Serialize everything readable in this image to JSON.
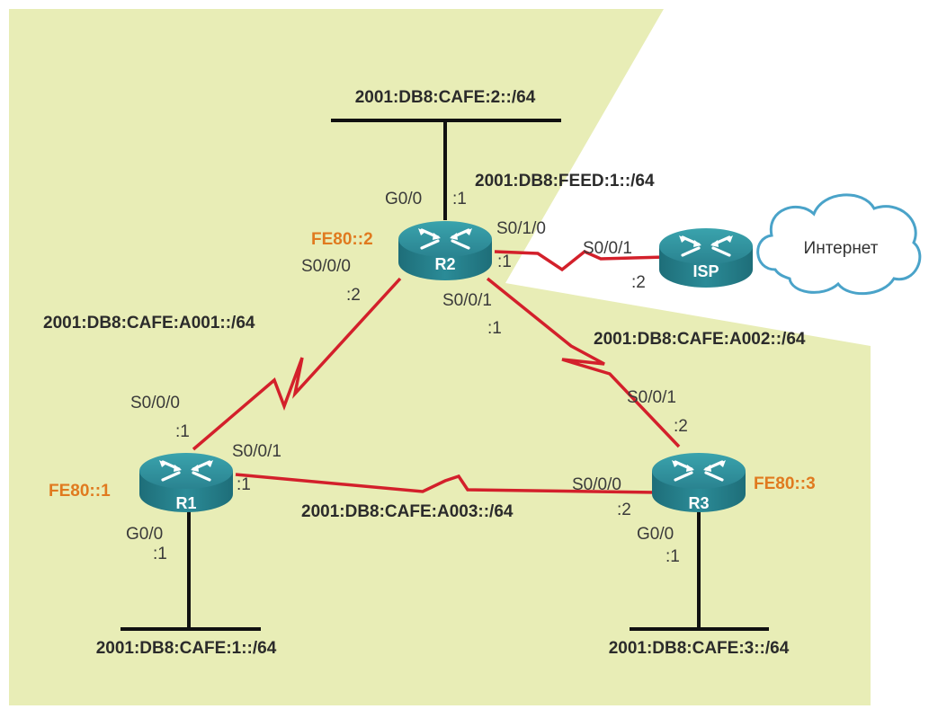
{
  "colors": {
    "background_zone": "#e8edb6",
    "serial_link": "#d3202b",
    "ethernet_link": "#111111",
    "router_body": "#2f8c98",
    "link_local": "#e07a1f",
    "cloud_stroke": "#4aa3c9"
  },
  "networks": {
    "r2_lan": "2001:DB8:CAFE:2::/64",
    "isp_link": "2001:DB8:FEED:1::/64",
    "r1_r2": "2001:DB8:CAFE:A001::/64",
    "r2_r3": "2001:DB8:CAFE:A002::/64",
    "r1_r3": "2001:DB8:CAFE:A003::/64",
    "r1_lan": "2001:DB8:CAFE:1::/64",
    "r3_lan": "2001:DB8:CAFE:3::/64"
  },
  "routers": {
    "r1": {
      "name": "R1",
      "link_local": "FE80::1"
    },
    "r2": {
      "name": "R2",
      "link_local": "FE80::2"
    },
    "r3": {
      "name": "R3",
      "link_local": "FE80::3"
    },
    "isp": {
      "name": "ISP"
    }
  },
  "cloud": {
    "label": "Интернет"
  },
  "interfaces": {
    "r2_g0_0": "G0/0",
    "r2_g0_0_host": ":1",
    "r2_s0_1_0": "S0/1/0",
    "r2_s0_1_0_host": ":1",
    "isp_s0_0_1": "S0/0/1",
    "isp_s0_0_1_host": ":2",
    "r2_s0_0_0": "S0/0/0",
    "r2_s0_0_0_host": ":2",
    "r2_s0_0_1": "S0/0/1",
    "r2_s0_0_1_host": ":1",
    "r1_s0_0_0": "S0/0/0",
    "r1_s0_0_0_host": ":1",
    "r1_s0_0_1": "S0/0/1",
    "r1_s0_0_1_host": ":1",
    "r1_g0_0": "G0/0",
    "r1_g0_0_host": ":1",
    "r3_s0_0_1": "S0/0/1",
    "r3_s0_0_1_host": ":2",
    "r3_s0_0_0": "S0/0/0",
    "r3_s0_0_0_host": ":2",
    "r3_g0_0": "G0/0",
    "r3_g0_0_host": ":1"
  }
}
